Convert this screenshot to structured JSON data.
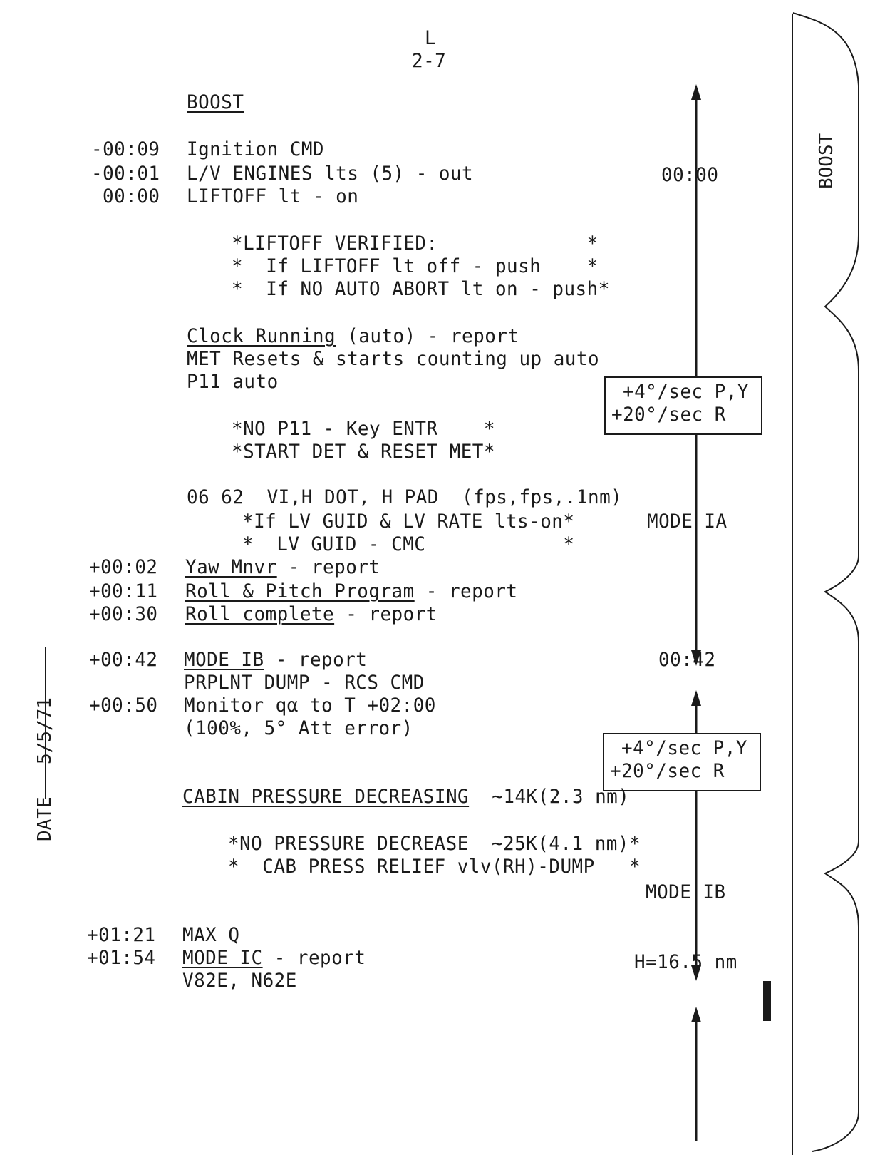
{
  "page": {
    "letter": "L",
    "number": "2-7"
  },
  "side": {
    "date_label": "DATE",
    "date_value": "5/5/71",
    "tab_label": "BOOST"
  },
  "section": {
    "title": "BOOST"
  },
  "lines": {
    "l1": {
      "time": "-00:09",
      "text": "Ignition CMD"
    },
    "l2": {
      "time": "-00:01",
      "text": "L/V ENGINES lts (5) - out"
    },
    "l3": {
      "time": "00:00",
      "text": "LIFTOFF lt - on"
    },
    "note1": [
      "*LIFTOFF VERIFIED:             *",
      "*  If LIFTOFF lt off - push    *",
      "*  If NO AUTO ABORT lt on - push*"
    ],
    "clock": {
      "ul": "Clock Running",
      "rest": " (auto) - report"
    },
    "met": "MET Resets & starts counting up auto",
    "p11": "P11 auto",
    "note2": [
      "*NO P11 - Key ENTR    *",
      "*START DET & RESET MET*"
    ],
    "dsky": "06 62  VI,H DOT, H PAD  (fps,fps,.1nm)",
    "note3": [
      "*If LV GUID & LV RATE lts-on*",
      "*  LV GUID - CMC            *"
    ],
    "yaw": {
      "time": "+00:02",
      "ul": "Yaw Mnvr",
      "rest": " - report"
    },
    "roll": {
      "time": "+00:11",
      "ul": "Roll & Pitch Program",
      "rest": " - report"
    },
    "rollc": {
      "time": "+00:30",
      "ul": "Roll complete",
      "rest": " - report"
    },
    "modeib": {
      "time": "+00:42",
      "ul": "MODE IB",
      "rest": " - report"
    },
    "prplnt": "PRPLNT DUMP - RCS CMD",
    "monitor": {
      "time": "+00:50",
      "text": "Monitor qα to T +02:00"
    },
    "att": "(100%, 5° Att error)",
    "cabin": {
      "ul": "CABIN PRESSURE DECREASING",
      "rest": "  ~14K(2.3 nm)"
    },
    "note4": [
      "*NO PRESSURE DECREASE  ~25K(4.1 nm)*",
      "*  CAB PRESS RELIEF vlv(RH)-DUMP   *"
    ],
    "maxq": {
      "time": "+01:21",
      "text": "MAX Q"
    },
    "modeic": {
      "time": "+01:54",
      "ul": "MODE IC",
      "rest": " - report"
    },
    "v82": "V82E, N62E"
  },
  "timeline": {
    "t0": "00:00",
    "mode_ia": "MODE IA",
    "t42": "00:42",
    "mode_ib": "MODE IB",
    "alt": "H=16.5 nm"
  },
  "rate_box_1": {
    "line1": "+4°/sec P,Y",
    "line2": "+20°/sec R"
  },
  "rate_box_2": {
    "line1": "+4°/sec P,Y",
    "line2": "+20°/sec R"
  }
}
